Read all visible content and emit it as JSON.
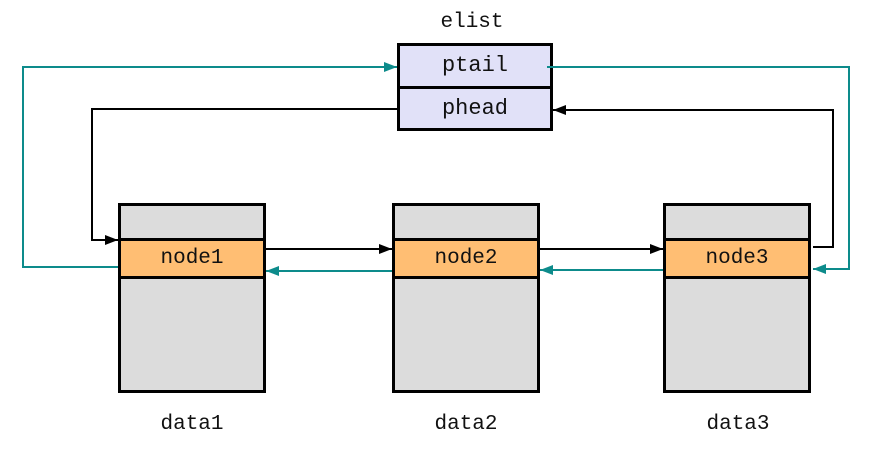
{
  "diagram": {
    "elist_label": "elist",
    "elist_cells": [
      {
        "label": "ptail"
      },
      {
        "label": "phead"
      }
    ],
    "nodes": [
      {
        "label": "node1",
        "data_label": "data1"
      },
      {
        "label": "node2",
        "data_label": "data2"
      },
      {
        "label": "node3",
        "data_label": "data3"
      }
    ],
    "arrows": {
      "next_links": [
        "phead to node1",
        "node1 to node2",
        "node2 to node3",
        "node3 to phead"
      ],
      "prev_links": [
        "node1 to ptail",
        "ptail to node3",
        "node3 to node2",
        "node2 to node1"
      ]
    },
    "colors": {
      "elist_fill": "#e1e1f8",
      "node_fill": "#dcdcdc",
      "band_fill": "#ffbe73",
      "border": "#000000",
      "next_arrow": "#000000",
      "prev_arrow": "#0d8b8b",
      "background": "#ffffff"
    }
  }
}
